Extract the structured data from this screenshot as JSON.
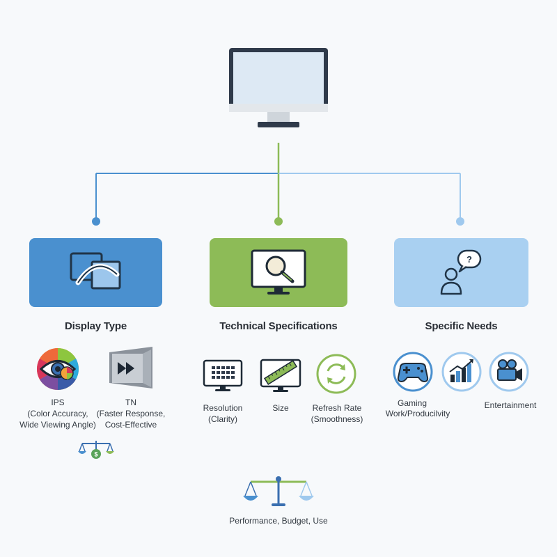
{
  "root": {
    "icon": "desktop-monitor-icon"
  },
  "colors": {
    "blue": "#4a90cf",
    "green": "#8dbb57",
    "light_blue": "#9fc9ee",
    "dark": "#2f3a4a"
  },
  "categories": [
    {
      "heading": "Display Type",
      "icon": "display-panel-angle-icon",
      "items": [
        {
          "icon": "eye-color-wheel-icon",
          "label": [
            "IPS",
            "(Color Accuracy,",
            "Wide Viewing Angle)"
          ]
        },
        {
          "icon": "fast-forward-panel-icon",
          "label": [
            "TN",
            "(Faster Response,",
            "Cost-Effective"
          ]
        }
      ],
      "footer_icon": "balance-scale-dollar-icon"
    },
    {
      "heading": "Technical Specifications",
      "icon": "monitor-magnifier-icon",
      "items": [
        {
          "icon": "pixel-grid-monitor-icon",
          "label": [
            "Resolution",
            "(Clarity)"
          ]
        },
        {
          "icon": "ruler-monitor-icon",
          "label": [
            "Size"
          ]
        },
        {
          "icon": "refresh-cycle-icon",
          "label": [
            "Refresh Rate",
            "(Smoothness)"
          ]
        }
      ]
    },
    {
      "heading": "Specific Needs",
      "icon": "person-speech-bubble-icon",
      "items": [
        {
          "icon": "gamepad-icon",
          "label": [
            "Gaming"
          ]
        },
        {
          "icon": "bar-chart-growth-icon",
          "label": [
            "Work/Producilvity"
          ]
        },
        {
          "icon": "video-camera-icon",
          "label": [
            "Entertainment"
          ]
        }
      ]
    }
  ],
  "summary": {
    "icon": "balance-scale-icon",
    "label": "Performance, Budget, Use"
  }
}
